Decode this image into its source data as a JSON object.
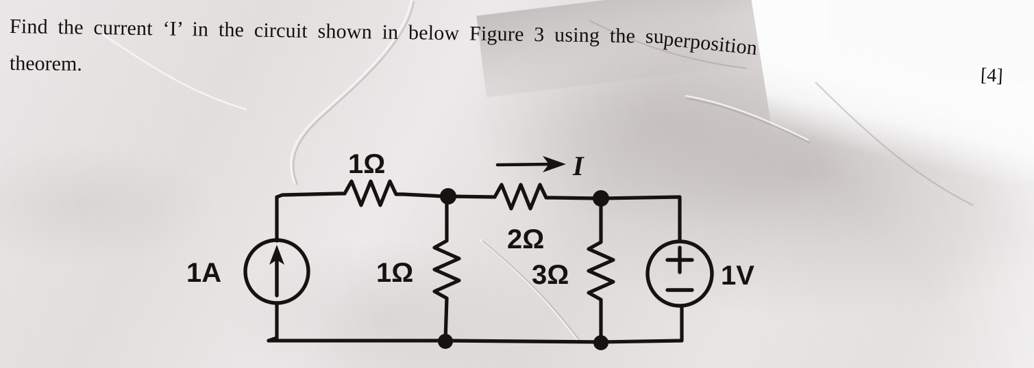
{
  "question": {
    "line1_a": "Find the current ‘I’ in the circuit shown in below Figure 3 using the su",
    "line1_b": "perposition",
    "line2": "theorem.",
    "marks": "[4]"
  },
  "circuit": {
    "figure_label": "Figure 3",
    "current_label": "I",
    "current_source": {
      "name": "1A current source",
      "value": "1A",
      "direction": "up"
    },
    "voltage_source": {
      "name": "1V voltage source",
      "value": "1V",
      "plus": "+",
      "minus": "−"
    },
    "resistors": [
      {
        "name": "series-top-left",
        "value": "1Ω",
        "orientation": "horizontal"
      },
      {
        "name": "shunt-left",
        "value": "1Ω",
        "orientation": "vertical"
      },
      {
        "name": "series-top-right",
        "value": "2Ω",
        "orientation": "horizontal"
      },
      {
        "name": "shunt-right",
        "value": "3Ω",
        "orientation": "vertical"
      }
    ],
    "colors": {
      "ink": "#151210",
      "paper": "#e8e6e5"
    }
  }
}
